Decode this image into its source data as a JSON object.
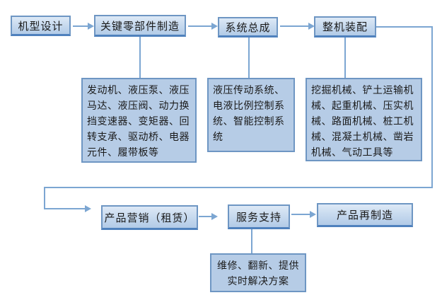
{
  "diagram": {
    "type": "flowchart",
    "nodes": {
      "design": "机型设计",
      "key_components": "关键零部件制造",
      "system_assembly": "系统总成",
      "machine_assembly": "整机装配",
      "marketing": "产品营销（租赁）",
      "service": "服务支持",
      "remanufacturing": "产品再制造"
    },
    "details": {
      "key_components": "发动机、液压泵、液压\n马达、液压阀、动力换\n挡变速器、变矩器、回\n转支承、驱动桥、电器\n元件、履带板等",
      "system_assembly": "液压传动系统、\n电液比例控制系\n统、智能控制系\n统",
      "machine_assembly": "挖掘机械、铲土运输机\n械、起重机械、压实机\n械、路面机械、桩工机\n械、混凝土机械、凿岩\n机械、气动工具等",
      "service": "维修、翻新、提供\n实时解决方案"
    },
    "colors": {
      "background": "#ffffff",
      "node_fill_top": "#dde9f6",
      "node_fill_bottom": "#b2cbe7",
      "node_border": "#6e96c3",
      "node_border_bottom": "#4f81bd",
      "detail_fill": "#b6cce6",
      "detail_border": "#6e96c3",
      "connector": "#7ca6d2",
      "text": "#1a1a1a"
    }
  }
}
